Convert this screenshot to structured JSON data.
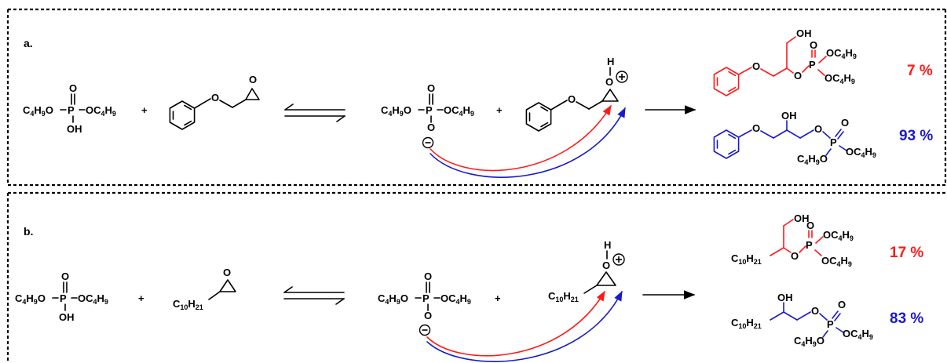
{
  "colors": {
    "major": "#1a1acc",
    "minor": "#ff1a1a",
    "ink": "#000000"
  },
  "panels": {
    "a": {
      "label": "a.",
      "reactant_phosphate": "C4H9O-P-OC4H9 (O, OH)",
      "reactant_epoxide": "phenyl glycidyl ether",
      "protonated_label_H": "H",
      "protonated_label_O": "O",
      "product_minor_yield": "7 %",
      "product_major_yield": "93 %"
    },
    "b": {
      "label": "b.",
      "reactant_phosphate": "C4H9O-P-OC4H9 (O, OH)",
      "reactant_epoxide": "C10H21 epoxide",
      "protonated_label_H": "H",
      "protonated_label_O": "O",
      "product_minor_yield": "17 %",
      "product_major_yield": "83 %"
    }
  },
  "plus_sign": "+",
  "text": {
    "C4H9O": "C4H9O",
    "OC4H9": "OC4H9",
    "P": "P",
    "O": "O",
    "OH": "OH",
    "C10H21": "C10H21",
    "H": "H"
  }
}
